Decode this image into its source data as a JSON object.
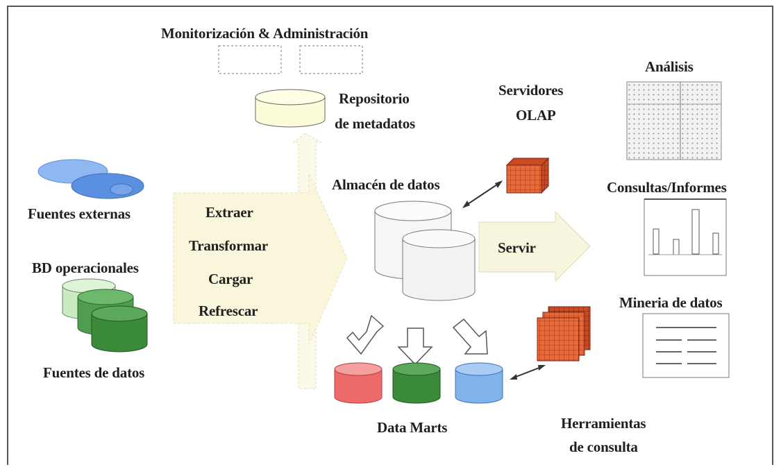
{
  "diagram": {
    "monitoring": "Monitorización & Administración",
    "repository": [
      "Repositorio",
      "de metadatos"
    ],
    "olap_servers": [
      "Servidores",
      "OLAP"
    ],
    "analysis": "Análisis",
    "queries_reports": "Consultas/Informes",
    "data_mining": "Mineria de datos",
    "query_tools": [
      "Herramientas",
      "de consulta"
    ],
    "warehouse": "Almacén de datos",
    "external_sources": "Fuentes externas",
    "operational_db": "BD operacionales",
    "data_sources": "Fuentes de datos",
    "etl_steps": [
      "Extraer",
      "Transformar",
      "Cargar",
      "Refrescar"
    ],
    "serve": "Servir",
    "data_marts": "Data Marts"
  },
  "colors": {
    "accent_blue": "#5b8fe0",
    "data_green": "#3a8a3a",
    "mart_red": "#ef6b6b",
    "olap_orange": "#e0643a",
    "arrow_fill": "#f7f4dc"
  }
}
